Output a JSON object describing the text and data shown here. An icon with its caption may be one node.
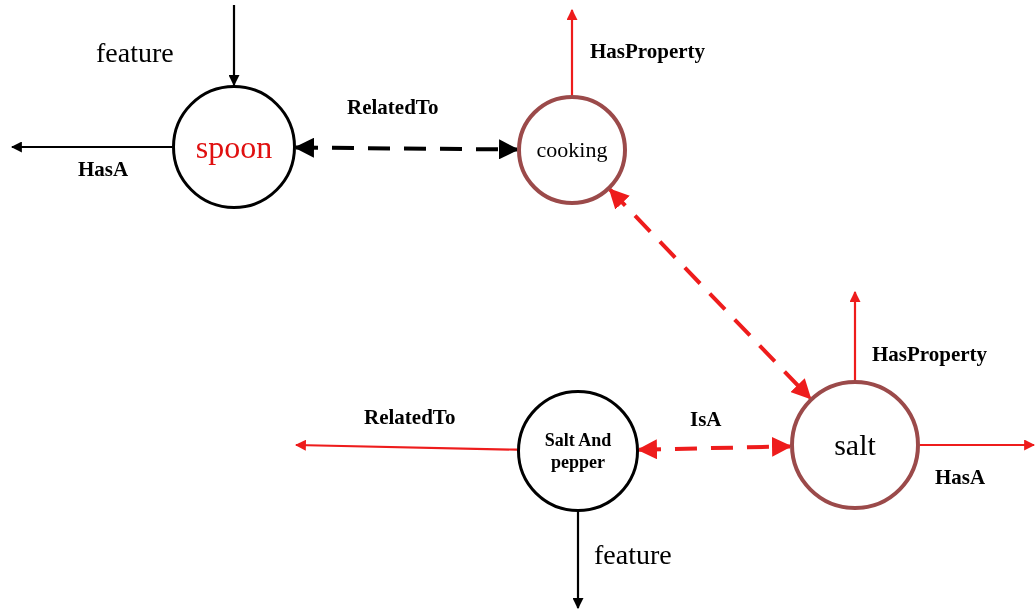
{
  "diagram": {
    "nodes": [
      {
        "text": [
          "spoon"
        ]
      },
      {
        "text": [
          "cooking"
        ]
      },
      {
        "text": [
          "Salt And pepper"
        ]
      },
      {
        "text": [
          "salt"
        ]
      }
    ],
    "edges": [
      {
        "from": null,
        "to": 0,
        "arrow": "to",
        "label": "feature",
        "color": "#000000"
      },
      {
        "from": 0,
        "to": null,
        "arrow": "to",
        "label": "HasA",
        "color": "#000000"
      },
      {
        "from": 0,
        "to": 1,
        "arrow": "both",
        "label": "RelatedTo",
        "style": "dashed",
        "color": "#000000"
      },
      {
        "from": 1,
        "to": null,
        "arrow": "to",
        "label": "HasProperty"
      },
      {
        "from": 1,
        "to": 3,
        "arrow": "both",
        "style": "dashed"
      },
      {
        "from": 3,
        "to": null,
        "arrow": "to",
        "label": "HasProperty"
      },
      {
        "from": 3,
        "to": null,
        "arrow": "to",
        "label": "HasA"
      },
      {
        "from": 2,
        "to": 3,
        "arrow": "both",
        "label": "IsA",
        "style": "dashed"
      },
      {
        "from": 2,
        "to": null,
        "arrow": "to",
        "label": "RelatedTo"
      },
      {
        "from": 2,
        "to": null,
        "arrow": "to",
        "label": "feature",
        "color": "#000000"
      }
    ]
  }
}
